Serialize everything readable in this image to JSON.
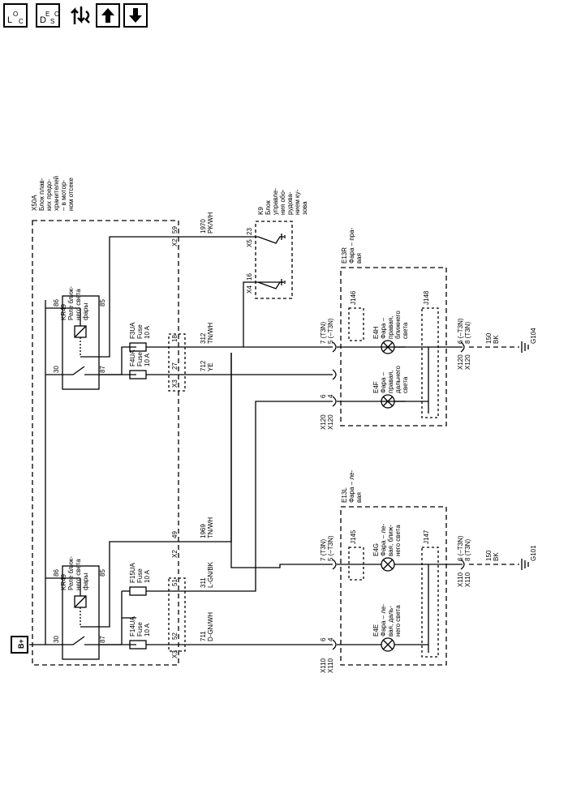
{
  "toolbar": {
    "loc": {
      "main": "L",
      "sub": "O",
      "sub2": "C"
    },
    "desc": {
      "main": "D",
      "sub": "E",
      "sub2": "S",
      "sub3": "C"
    }
  },
  "diagram": {
    "battery": "B+",
    "module_id": "X50A",
    "module_name": [
      "Блок плав-",
      "ких предо-",
      "хранителей",
      "– в мотор-",
      "ном отсеке"
    ],
    "relay_right": {
      "id": "KR49",
      "name": [
        "Реле ближ-",
        "него света",
        "фары"
      ],
      "p86": "86",
      "p85": "85",
      "p30": "30",
      "p87": "87"
    },
    "relay_left": {
      "id": "KR49",
      "name": [
        "Реле ближ-",
        "него света",
        "фары"
      ],
      "p86": "86",
      "p85": "85",
      "p30": "30",
      "p87": "87"
    },
    "fuses": [
      {
        "id": "F3UA",
        "type": "Fuse",
        "rating": "10 A",
        "pin": "18"
      },
      {
        "id": "F4UA",
        "type": "Fuse",
        "rating": "10 A",
        "pin": "27"
      },
      {
        "id": "F15UA",
        "type": "Fuse",
        "rating": "10 A",
        "pin": "51"
      },
      {
        "id": "F14UA",
        "type": "Fuse",
        "rating": "10 A",
        "pin": "52"
      }
    ],
    "conn": {
      "x2": "X2",
      "x3": "X3",
      "x4": "X4",
      "x5": "X5"
    },
    "pins": {
      "p59": "59",
      "p49": "49",
      "p23": "23",
      "p16": "16"
    },
    "wires": [
      {
        "num": "1970",
        "color": "PK/WH"
      },
      {
        "num": "312",
        "color": "TN/WH"
      },
      {
        "num": "712",
        "color": "YE"
      },
      {
        "num": "1969",
        "color": "TN/WH"
      },
      {
        "num": "311",
        "color": "L-GN/BK"
      },
      {
        "num": "711",
        "color": "D-GN/WH"
      },
      {
        "num": "150",
        "color": "BK"
      },
      {
        "num": "150",
        "color": "BK"
      }
    ],
    "k9": {
      "id": "K9",
      "name": [
        "Блок",
        "управле-",
        "ния обо-",
        "рудова-",
        "нием ку-",
        "зова"
      ]
    },
    "right_lamp": {
      "id": "E13R",
      "name": [
        "Фара – пра-",
        "вая"
      ],
      "lo": {
        "id": "E4H",
        "name": [
          "Фара –",
          "правая,",
          "ближнего",
          "света"
        ]
      },
      "hi": {
        "id": "E4F",
        "name": [
          "Фара –",
          "правая,",
          "дальнего",
          "света"
        ]
      },
      "j1": "J146",
      "j2": "J148",
      "c1": [
        "7 (T3N)",
        "5 (–T3N)"
      ],
      "c2": [
        "6",
        "4"
      ],
      "c3": [
        "6 (–T3N)",
        "8 (T3N)"
      ],
      "x": [
        "X120",
        "X120"
      ],
      "xg": [
        "X120",
        "X120"
      ],
      "ground": "G104"
    },
    "left_lamp": {
      "id": "E13L",
      "name": [
        "Фара – ле-",
        "вая"
      ],
      "lo": {
        "id": "E4G",
        "name": [
          "Фара – ле-",
          "вая, ближ-",
          "него света"
        ]
      },
      "hi": {
        "id": "E4E",
        "name": [
          "Фара – ле-",
          "вая, даль-",
          "него света"
        ]
      },
      "j1": "J145",
      "j2": "J147",
      "c1": [
        "7 (T3N)",
        "5 (–T3N)"
      ],
      "c2": [
        "6",
        "4"
      ],
      "c3": [
        "6 (–T3N)",
        "8 (T3N)"
      ],
      "x": [
        "X110",
        "X110"
      ],
      "xg": [
        "X110",
        "X110"
      ],
      "ground": "G101"
    }
  }
}
